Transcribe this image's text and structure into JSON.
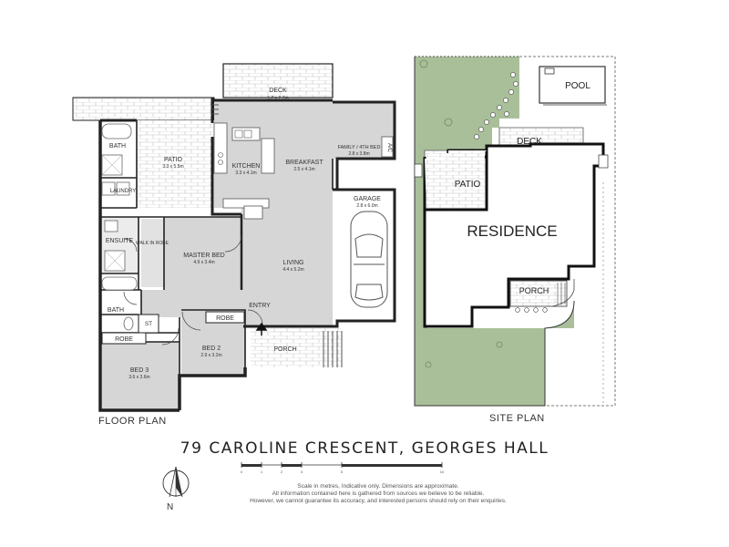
{
  "title": "79 CAROLINE CRESCENT, GEORGES HALL",
  "floor_plan": {
    "caption": "FLOOR PLAN",
    "rooms": {
      "deck": {
        "name": "DECK",
        "dims": "5.2 x 2.7m"
      },
      "bath": {
        "name": "BATH"
      },
      "patio": {
        "name": "PATIO",
        "dims": "3.3 x 5.5m"
      },
      "laundry": {
        "name": "LAUNDRY"
      },
      "kitchen": {
        "name": "KITCHEN",
        "dims": "3.3 x 4.1m"
      },
      "breakfast": {
        "name": "BREAKFAST",
        "dims": "2.5 x 4.1m"
      },
      "family": {
        "name": "FAMILY / 4TH BED",
        "dims": "2.8 x 3.8m"
      },
      "ac": {
        "name": "A/C"
      },
      "garage": {
        "name": "GARAGE",
        "dims": "2.8 x 6.0m"
      },
      "ensuite": {
        "name": "ENSUITE"
      },
      "walkin": {
        "name": "WALK IN ROBE"
      },
      "master": {
        "name": "MASTER BED",
        "dims": "4.9 x 3.4m"
      },
      "living": {
        "name": "LIVING",
        "dims": "4.4 x 5.2m"
      },
      "bath2": {
        "name": "BATH"
      },
      "st": {
        "name": "ST"
      },
      "robe1": {
        "name": "ROBE"
      },
      "robe2": {
        "name": "ROBE"
      },
      "entry": {
        "name": "ENTRY"
      },
      "bed2": {
        "name": "BED 2",
        "dims": "2.9 x 3.2m"
      },
      "bed3": {
        "name": "BED 3",
        "dims": "3.6 x 3.6m"
      },
      "porch": {
        "name": "PORCH"
      }
    }
  },
  "site_plan": {
    "caption": "SITE PLAN",
    "labels": {
      "pool": "POOL",
      "deck": "DECK",
      "patio": "PATIO",
      "residence": "RESIDENCE",
      "porch": "PORCH"
    }
  },
  "scale_bar": {
    "ticks": [
      "0",
      "1",
      "2",
      "3",
      "5",
      "10"
    ]
  },
  "north_label": "N",
  "disclaimer": [
    "Scale in metres, Indicative only. Dimensions are approximate.",
    "All information contained here is gathered from sources we believe to be reliable.",
    "However, we cannot guarantee its accuracy, and interested persons should rely on their enquiries."
  ],
  "colors": {
    "room_grey": "#d3d3d3",
    "lawn_green": "#a9bf9a",
    "wall": "#222222"
  }
}
